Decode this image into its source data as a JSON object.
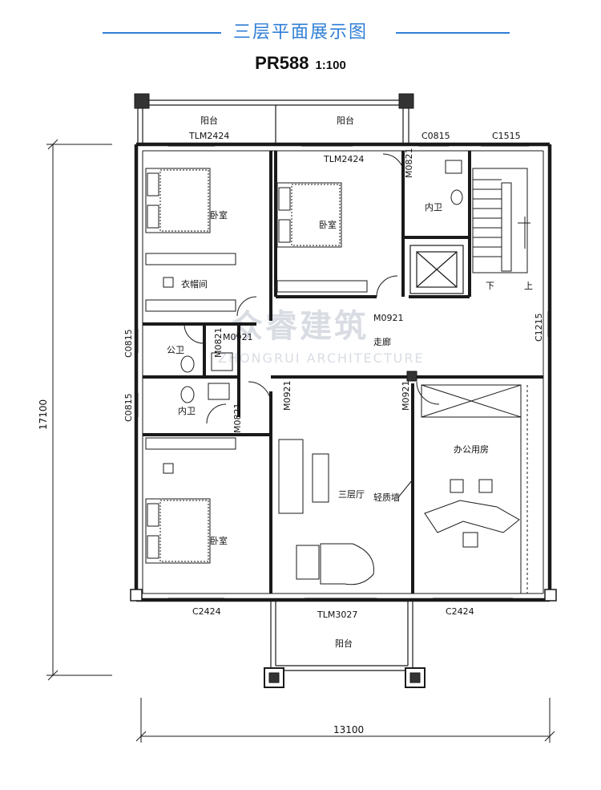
{
  "header": {
    "title": "三层平面展示图",
    "plan_code": "PR588",
    "scale": "1:100"
  },
  "rooms": {
    "balcony_top_left": "阳台",
    "balcony_top_right": "阳台",
    "balcony_bottom": "阳台",
    "bedroom_top_left": "卧室",
    "bedroom_top_mid": "卧室",
    "cloakroom": "衣帽间",
    "bath_top_right": "内卫",
    "public_bath": "公卫",
    "bath_mid_left": "内卫",
    "corridor": "走廊",
    "bedroom_bottom_left": "卧室",
    "third_floor_hall": "三层厅",
    "office": "办公用房",
    "light_wall": "轻质墙",
    "stair_down": "下",
    "stair_up": "上"
  },
  "openings": {
    "tlm2424_left": "TLM2424",
    "tlm2424_mid": "TLM2424",
    "c0815_top": "C0815",
    "c1515": "C1515",
    "m0821_top": "M0821",
    "m0921_bedroom": "M0921",
    "m0921_corridor": "M0921",
    "c1215": "C1215",
    "c0815_left_upper": "C0815",
    "m0821_public_bath": "M0821",
    "c0815_left_lower": "C0815",
    "m0821_inner_bath": "M0821",
    "m0921_hall": "M0921",
    "m0921_office": "M0921",
    "c2424_left": "C2424",
    "tlm3027": "TLM3027",
    "c2424_right": "C2424"
  },
  "dimensions": {
    "height": "17100",
    "width": "13100"
  },
  "watermark": {
    "main": "众睿建筑",
    "sub": "ZHONGRUI ARCHITECTURE"
  },
  "colors": {
    "accent": "#2f7fd6",
    "wall": "#1a1a1a",
    "watermark": "#d9dde3"
  }
}
